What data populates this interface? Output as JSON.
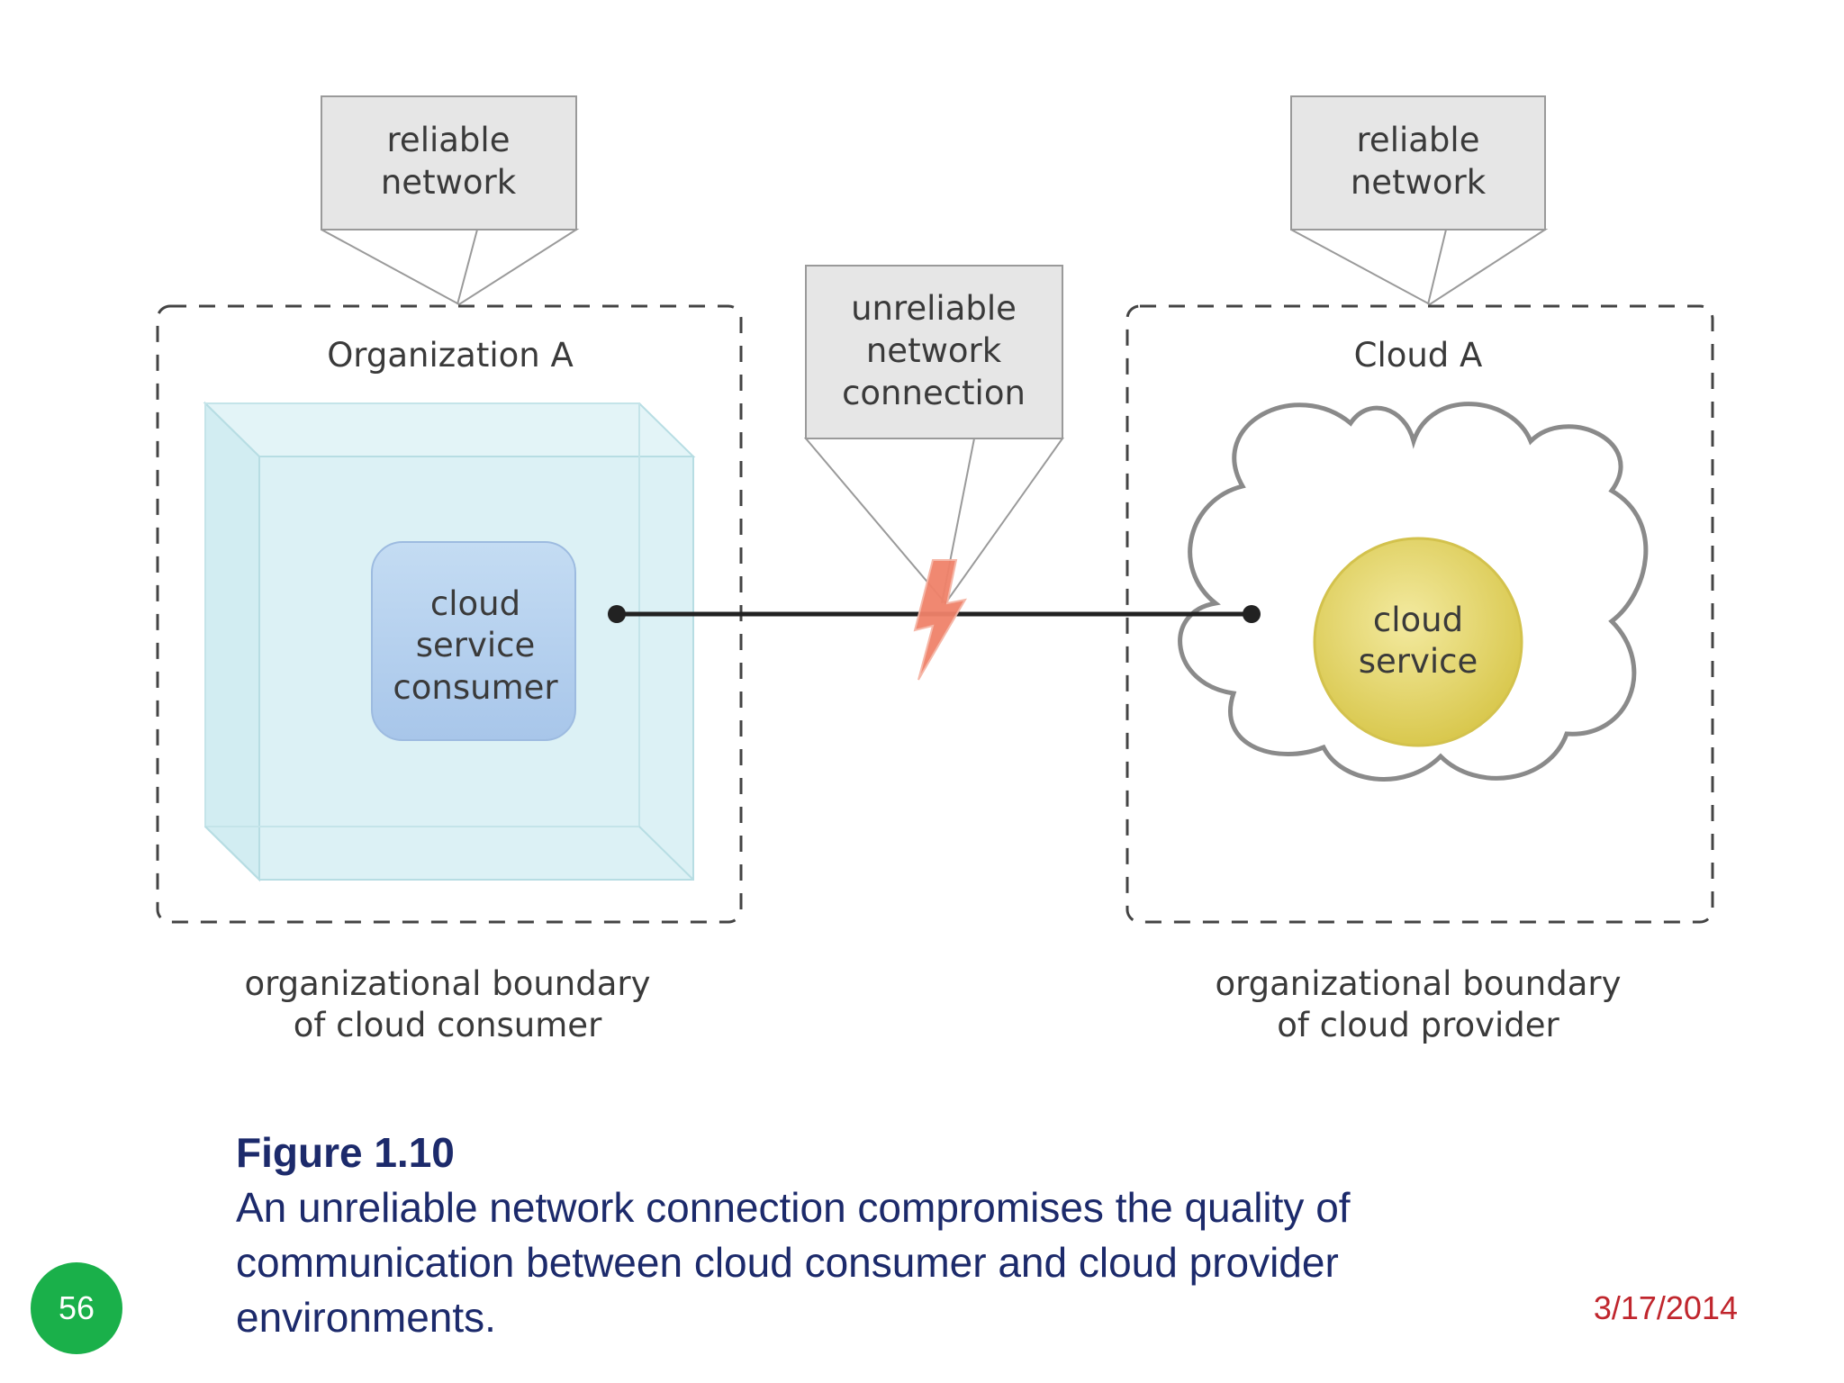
{
  "diagram": {
    "left_callout": [
      "reliable",
      "network"
    ],
    "right_callout": [
      "reliable",
      "network"
    ],
    "middle_callout": [
      "unreliable",
      "network",
      "connection"
    ],
    "org_title": "Organization A",
    "cloud_title": "Cloud A",
    "consumer_label": [
      "cloud",
      "service",
      "consumer"
    ],
    "service_label": [
      "cloud",
      "service"
    ],
    "left_boundary_caption": [
      "organizational boundary",
      "of cloud consumer"
    ],
    "right_boundary_caption": [
      "organizational boundary",
      "of cloud provider"
    ],
    "colors": {
      "callout_fill": "#e6e6e6",
      "callout_stroke": "#9a9a9a",
      "boundary_stroke": "#444444",
      "glass_fill": "#d9f0f4",
      "consumer_fill": "#b7d2ee",
      "service_fill": "#e6d86a",
      "lightning": "#f0826a"
    }
  },
  "caption": {
    "figure": "Figure 1.10",
    "lines": [
      "An unreliable network connection compromises the quality of",
      "communication between cloud consumer and cloud provider",
      "environments."
    ]
  },
  "page_number": "56",
  "date": "3/17/2014"
}
